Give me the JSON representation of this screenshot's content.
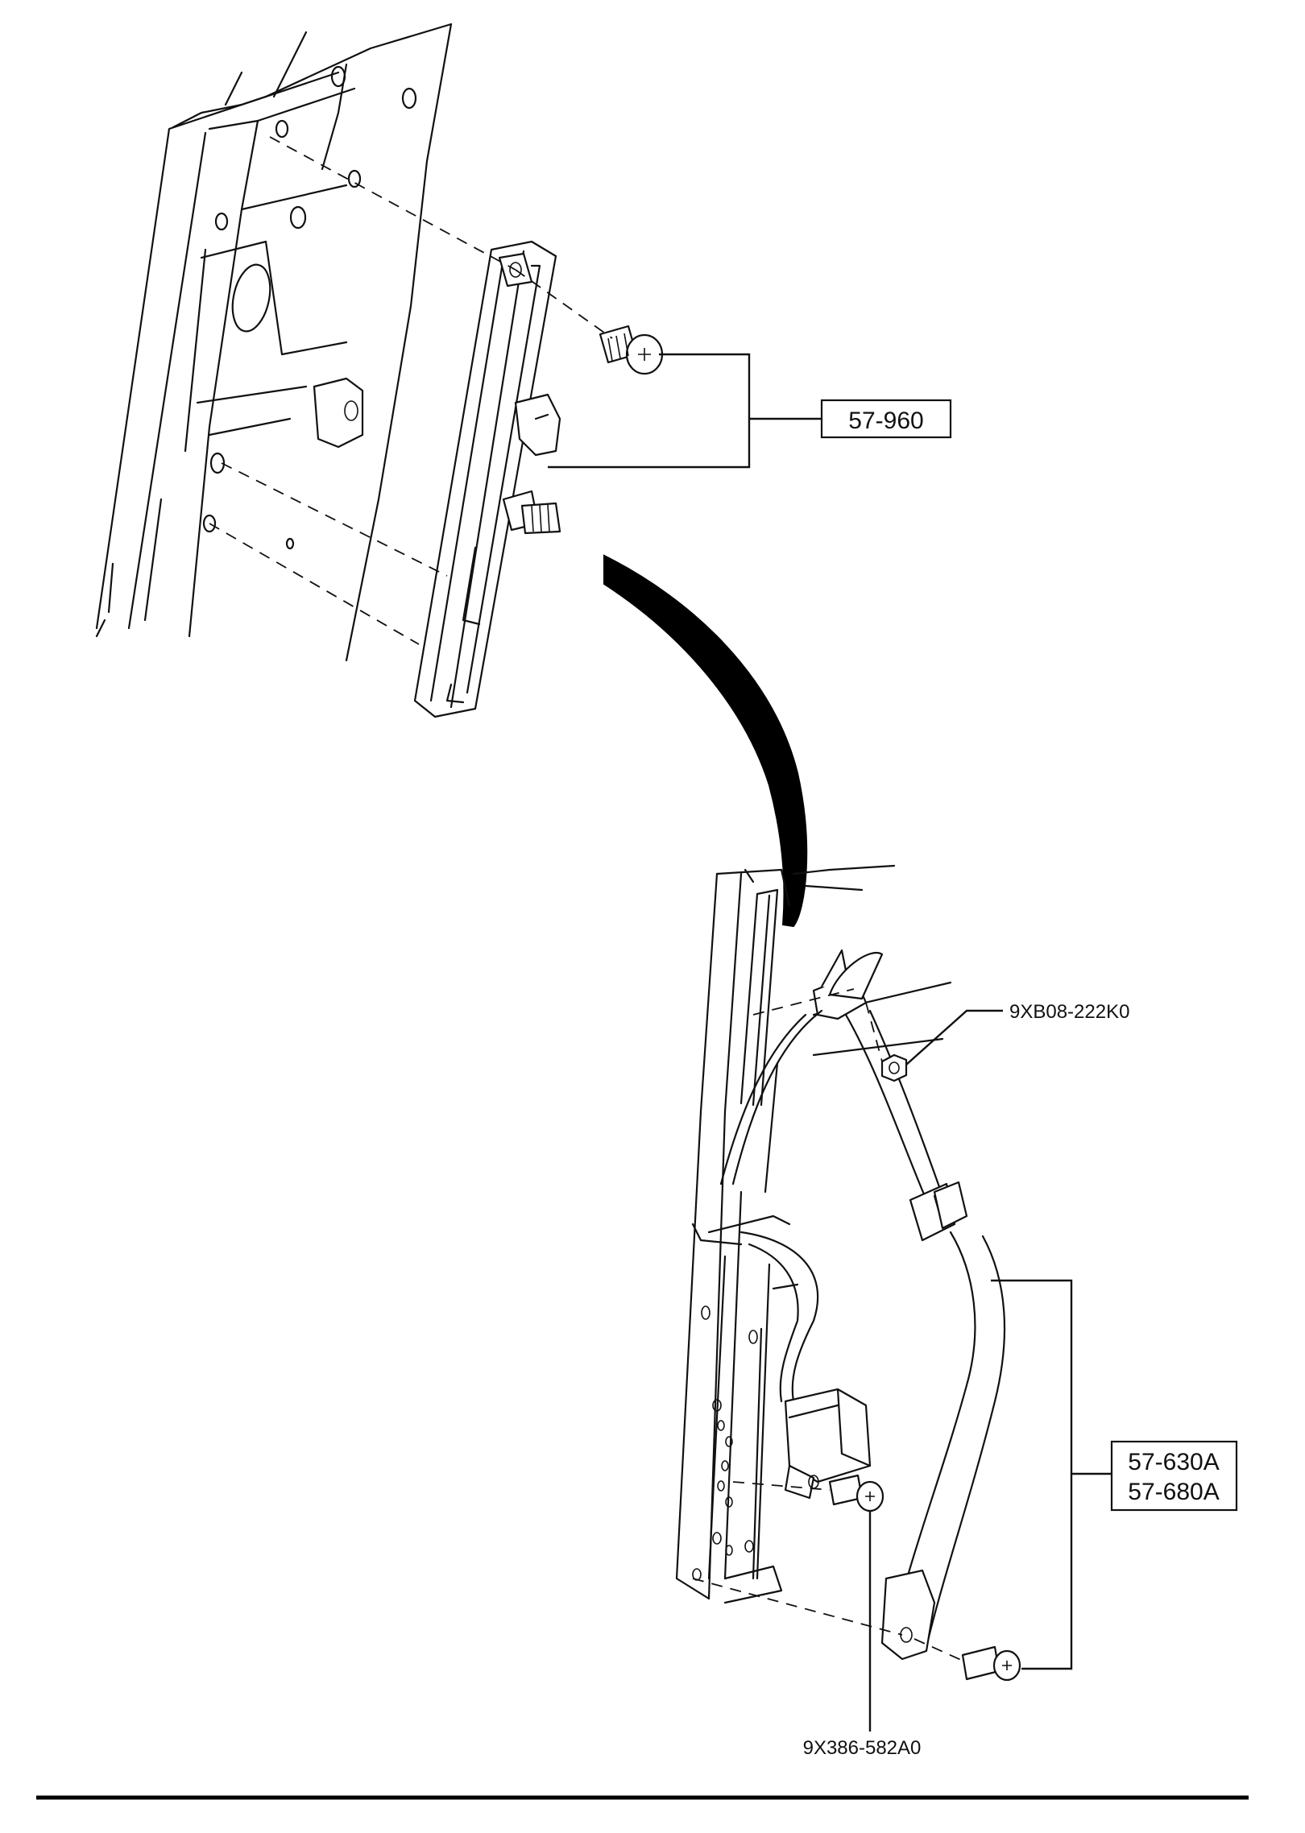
{
  "callouts": {
    "adjuster_part": "57-960",
    "belt_part_1": "57-630A",
    "belt_part_2": "57-680A",
    "nut_part": "9XB08-222K0",
    "bolt_part": "9X386-582A0"
  },
  "icons": {
    "transition_arrow": "curved-arrow-icon",
    "hardware": [
      "bolt-icon",
      "nut-icon"
    ]
  }
}
